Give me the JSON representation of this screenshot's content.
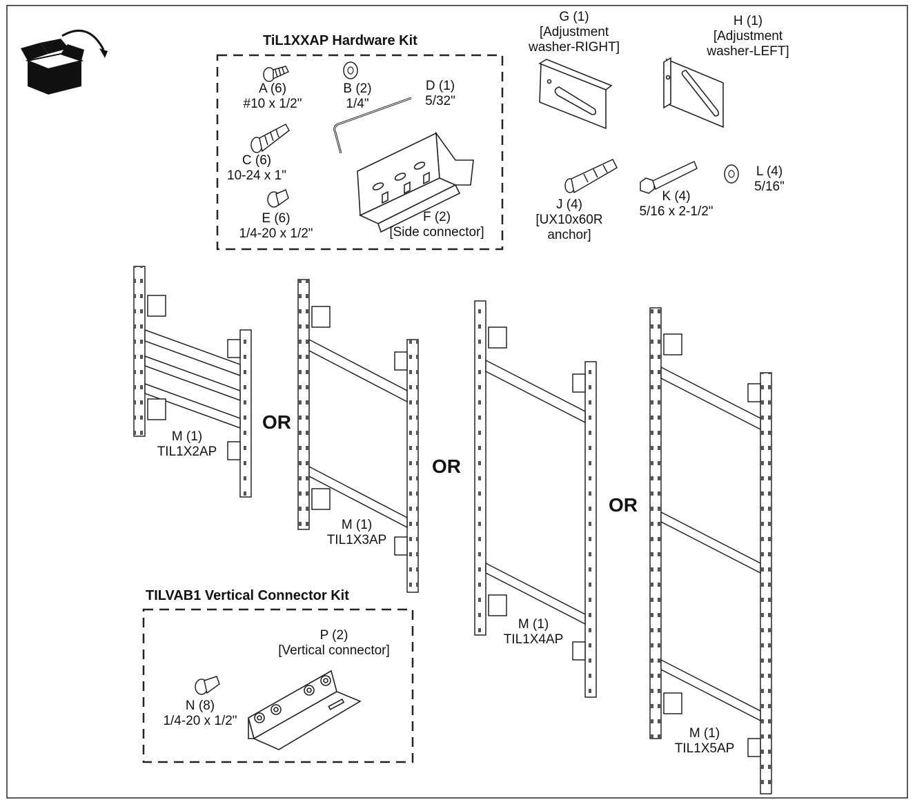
{
  "kits": {
    "hardware_title": "TiL1XXAP Hardware Kit",
    "vertical_title": "TILVAB1 Vertical Connector Kit"
  },
  "parts": {
    "A": {
      "id": "A (6)",
      "spec": "#10 x 1/2\""
    },
    "B": {
      "id": "B (2)",
      "spec": "1/4\""
    },
    "D": {
      "id": "D (1)",
      "spec": "5/32\""
    },
    "C": {
      "id": "C (6)",
      "spec": "10-24 x 1\""
    },
    "E": {
      "id": "E (6)",
      "spec": "1/4-20 x 1/2\""
    },
    "F": {
      "id": "F (2)",
      "spec": "[Side connector]"
    },
    "G": {
      "id": "G (1)",
      "line2": "[Adjustment",
      "line3": "washer-RIGHT]"
    },
    "H": {
      "id": "H (1)",
      "line2": "[Adjustment",
      "line3": "washer-LEFT]"
    },
    "J": {
      "id": "J (4)",
      "line2": "[UX10x60R",
      "line3": "anchor]"
    },
    "K": {
      "id": "K (4)",
      "spec": "5/16 x 2-1/2\""
    },
    "L": {
      "id": "L (4)",
      "spec": "5/16\""
    },
    "N": {
      "id": "N (8)",
      "spec": "1/4-20 x 1/2\""
    },
    "P": {
      "id": "P (2)",
      "spec": "[Vertical connector]"
    }
  },
  "mounts": [
    {
      "id": "M (1)",
      "model": "TIL1X2AP"
    },
    {
      "id": "M (1)",
      "model": "TIL1X3AP"
    },
    {
      "id": "M (1)",
      "model": "TIL1X4AP"
    },
    {
      "id": "M (1)",
      "model": "TIL1X5AP"
    }
  ],
  "or_label": "OR",
  "icons": {
    "box": "open-box-icon"
  }
}
